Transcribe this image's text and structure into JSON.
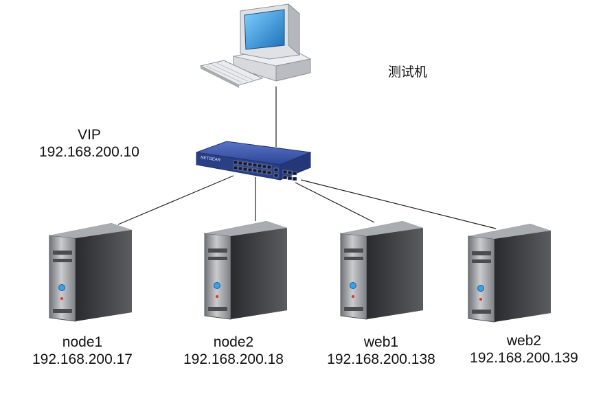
{
  "test_machine": {
    "label": "测试机"
  },
  "vip": {
    "label": "VIP",
    "ip": "192.168.200.10"
  },
  "switch": {
    "brand": "NETGEAR"
  },
  "servers": [
    {
      "name": "node1",
      "ip": "192.168.200.17"
    },
    {
      "name": "node2",
      "ip": "192.168.200.18"
    },
    {
      "name": "web1",
      "ip": "192.168.200.138"
    },
    {
      "name": "web2",
      "ip": "192.168.200.139"
    }
  ],
  "colors": {
    "switch_body": "#2f4a9c",
    "server_body": "#8d9096",
    "monitor_screen": "#2a8fd6",
    "power_led": "#3aa0e8",
    "line": "#222222"
  }
}
